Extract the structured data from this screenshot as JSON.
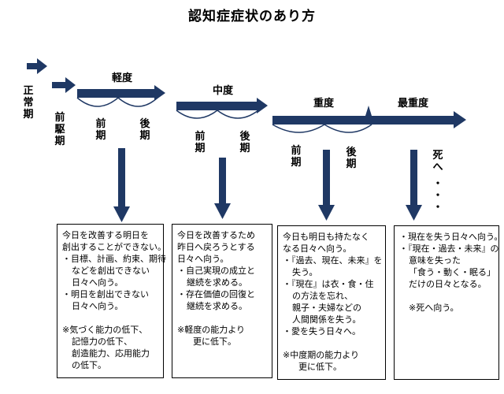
{
  "title": "認知症症状のあり方",
  "stages": {
    "normal": "正常期",
    "prodromal": "前駆期",
    "mild": "軽度",
    "moderate": "中度",
    "severe": "重度",
    "most_severe": "最重度",
    "death": "死へ",
    "dots": "・・・"
  },
  "phase_labels": {
    "early": "前期",
    "late": "後期"
  },
  "boxes": {
    "mild": [
      {
        "t": "今日を改善する明日を",
        "i": 0
      },
      {
        "t": "創出することができない。",
        "i": 0
      },
      {
        "t": "・目標、計画、約束、期待",
        "i": 0
      },
      {
        "t": "などを創出できない",
        "i": 1
      },
      {
        "t": "日々へ向う。",
        "i": 1
      },
      {
        "t": "・明日を創出できない",
        "i": 0
      },
      {
        "t": "日々へ向う。",
        "i": 1
      },
      {
        "t": "",
        "i": 0
      },
      {
        "t": "※気づく能力の低下、",
        "i": 0
      },
      {
        "t": "記憶力の低下、",
        "i": 1
      },
      {
        "t": "創造能力、応用能力",
        "i": 1
      },
      {
        "t": "の低下。",
        "i": 1
      }
    ],
    "moderate": [
      {
        "t": "今日を改善するため",
        "i": 0
      },
      {
        "t": "昨日へ戻ろうとする",
        "i": 0
      },
      {
        "t": "日々へ向う。",
        "i": 0
      },
      {
        "t": "・自己実現の成立と",
        "i": 0
      },
      {
        "t": "継続を求める。",
        "i": 1
      },
      {
        "t": "・存在価値の回復と",
        "i": 0
      },
      {
        "t": "継続を求める。",
        "i": 1
      },
      {
        "t": "",
        "i": 0
      },
      {
        "t": "※軽度の能力より",
        "i": 0
      },
      {
        "t": "更に低下。",
        "i": 2
      }
    ],
    "severe": [
      {
        "t": "今日も明日も持たなく",
        "i": 0
      },
      {
        "t": "なる日々へ向う。",
        "i": 0
      },
      {
        "t": "・『過去、現在、未来』を",
        "i": 0
      },
      {
        "t": "失う。",
        "i": 1
      },
      {
        "t": "・『現在』は衣・食・住",
        "i": 0
      },
      {
        "t": "の方法を忘れ、",
        "i": 1
      },
      {
        "t": "親子・夫婦などの",
        "i": 1
      },
      {
        "t": "人間関係を失う。",
        "i": 1
      },
      {
        "t": "・愛を失う日々へ。",
        "i": 0
      },
      {
        "t": "",
        "i": 0
      },
      {
        "t": "※中度期の能力より",
        "i": 0
      },
      {
        "t": "更に低下。",
        "i": 2
      }
    ],
    "most_severe": [
      {
        "t": "・現在を失う日々へ向う。",
        "i": 0
      },
      {
        "t": "・『現在・過去・未来』の",
        "i": 0
      },
      {
        "t": "意味を失った",
        "i": 1
      },
      {
        "t": "「食う・動く・眠る」",
        "i": 1
      },
      {
        "t": "だけの日々となる。",
        "i": 1
      },
      {
        "t": "",
        "i": 0
      },
      {
        "t": "※死へ向う。",
        "i": 1
      }
    ]
  },
  "colors": {
    "arrow": "#1f3864",
    "text": "#000000",
    "box_border": "#000000"
  }
}
